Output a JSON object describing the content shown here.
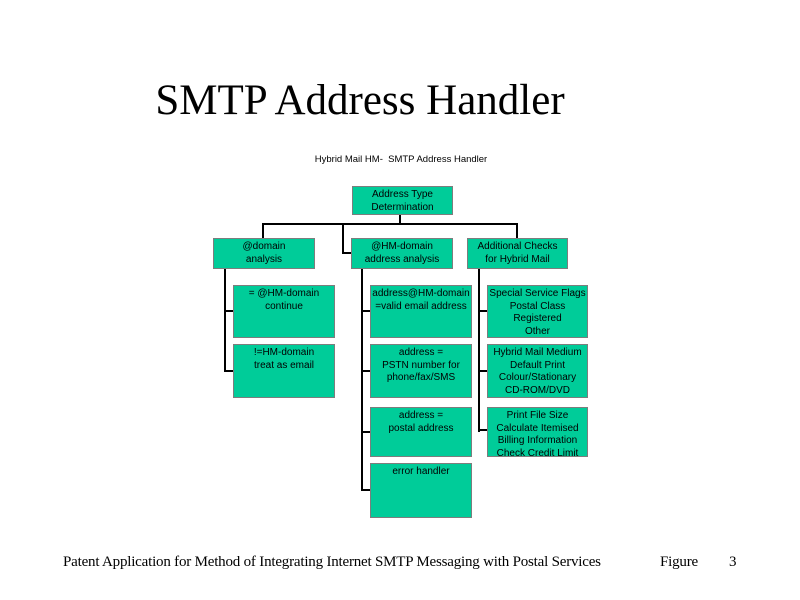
{
  "slide": {
    "title": "SMTP Address Handler",
    "subtitle": "Hybrid Mail HM-  SMTP Address Handler",
    "footer": {
      "caption": "Patent Application for Method of Integrating Internet SMTP Messaging with Postal Services",
      "figure_label": "Figure",
      "figure_number": "3"
    }
  },
  "diagram": {
    "colors": {
      "node_fill": "#00CC99",
      "node_border": "#7D7D7D",
      "connector": "#000000",
      "text": "#000000",
      "background": "#FFFFFF"
    },
    "nodes": {
      "address_type": {
        "text": "Address Type\nDetermination",
        "children": [
          "domain_analysis",
          "hm_domain_analysis",
          "additional_checks"
        ]
      },
      "domain_analysis": {
        "text": "@domain\nanalysis",
        "children": [
          "hm_domain_continue",
          "not_hm_domain"
        ]
      },
      "hm_domain_analysis": {
        "text": "@HM-domain\naddress analysis",
        "children": [
          "valid_email",
          "pstn_number",
          "postal_address",
          "error_handler"
        ]
      },
      "additional_checks": {
        "text": "Additional Checks\nfor Hybrid Mail",
        "children": [
          "special_service_flags",
          "hybrid_mail_medium",
          "print_file_size"
        ]
      },
      "hm_domain_continue": {
        "text": "= @HM-domain\ncontinue",
        "children": []
      },
      "not_hm_domain": {
        "text": "!=HM-domain\ntreat as email",
        "children": []
      },
      "valid_email": {
        "text": "address@HM-domain\n=valid email address",
        "children": []
      },
      "pstn_number": {
        "text": "address =\nPSTN number for\nphone/fax/SMS",
        "children": []
      },
      "postal_address": {
        "text": "address =\npostal address",
        "children": []
      },
      "error_handler": {
        "text": "error handler",
        "children": []
      },
      "special_service_flags": {
        "text": "Special Service Flags\nPostal Class\nRegistered\nOther",
        "children": []
      },
      "hybrid_mail_medium": {
        "text": "Hybrid Mail Medium\nDefault Print\nColour/Stationary\nCD-ROM/DVD",
        "children": []
      },
      "print_file_size": {
        "text": "Print File Size\nCalculate Itemised\nBilling Information\nCheck Credit Limit",
        "children": []
      }
    }
  }
}
